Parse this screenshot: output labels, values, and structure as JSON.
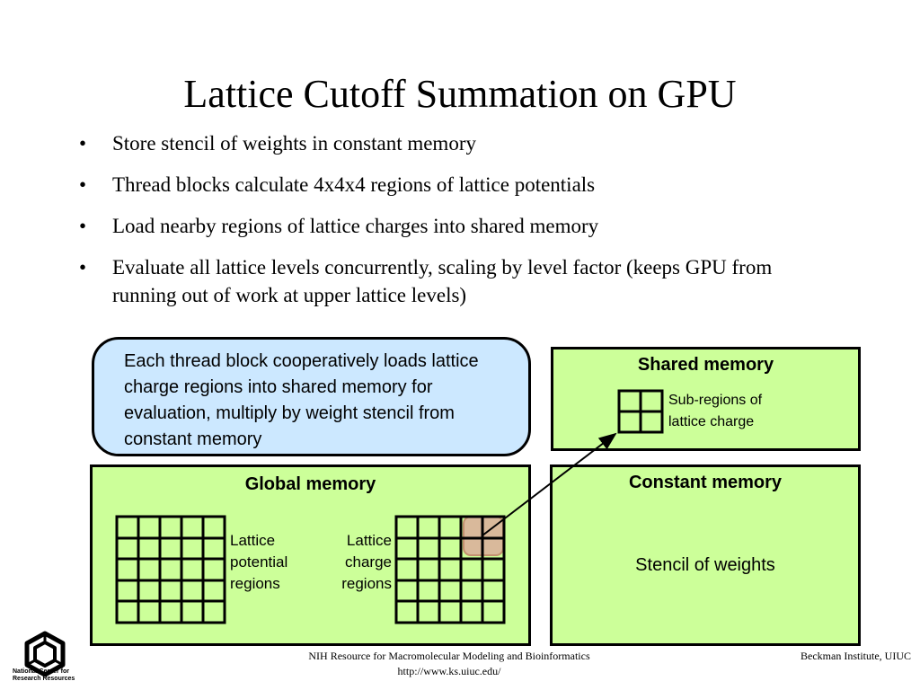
{
  "slide": {
    "title": "Lattice Cutoff Summation on GPU",
    "bullet_marker": "•",
    "bullets": [
      "Store stencil of weights in constant memory",
      "Thread blocks calculate 4x4x4 regions of lattice potentials",
      "Load nearby regions of lattice charges into shared memory",
      "Evaluate all lattice levels concurrently, scaling by level factor (keeps GPU from running out of work at upper lattice levels)"
    ]
  },
  "diagram": {
    "callout": "Each thread block cooperatively loads lattice charge regions into shared memory for evaluation, multiply by weight stencil from constant memory",
    "shared_memory": {
      "title": "Shared memory",
      "sub_regions_label_line1": "Sub-regions of",
      "sub_regions_label_line2": "lattice charge"
    },
    "global_memory": {
      "title": "Global memory",
      "potential_label_line1": "Lattice",
      "potential_label_line2": "potential",
      "potential_label_line3": "regions",
      "charge_label_line1": "Lattice",
      "charge_label_line2": "charge",
      "charge_label_line3": "regions"
    },
    "constant_memory": {
      "title": "Constant memory",
      "content": "Stencil of weights"
    }
  },
  "footer": {
    "center_line1": "NIH Resource for Macromolecular Modeling and Bioinformatics",
    "center_line2": "http://www.ks.uiuc.edu/",
    "right": "Beckman Institute, UIUC",
    "logo_text_line1": "National Center for",
    "logo_text_line2": "Research Resources"
  },
  "colors": {
    "memory_box_fill": "#ccff99",
    "callout_fill": "#cce8ff",
    "highlight_fill": "#d9b99b"
  }
}
